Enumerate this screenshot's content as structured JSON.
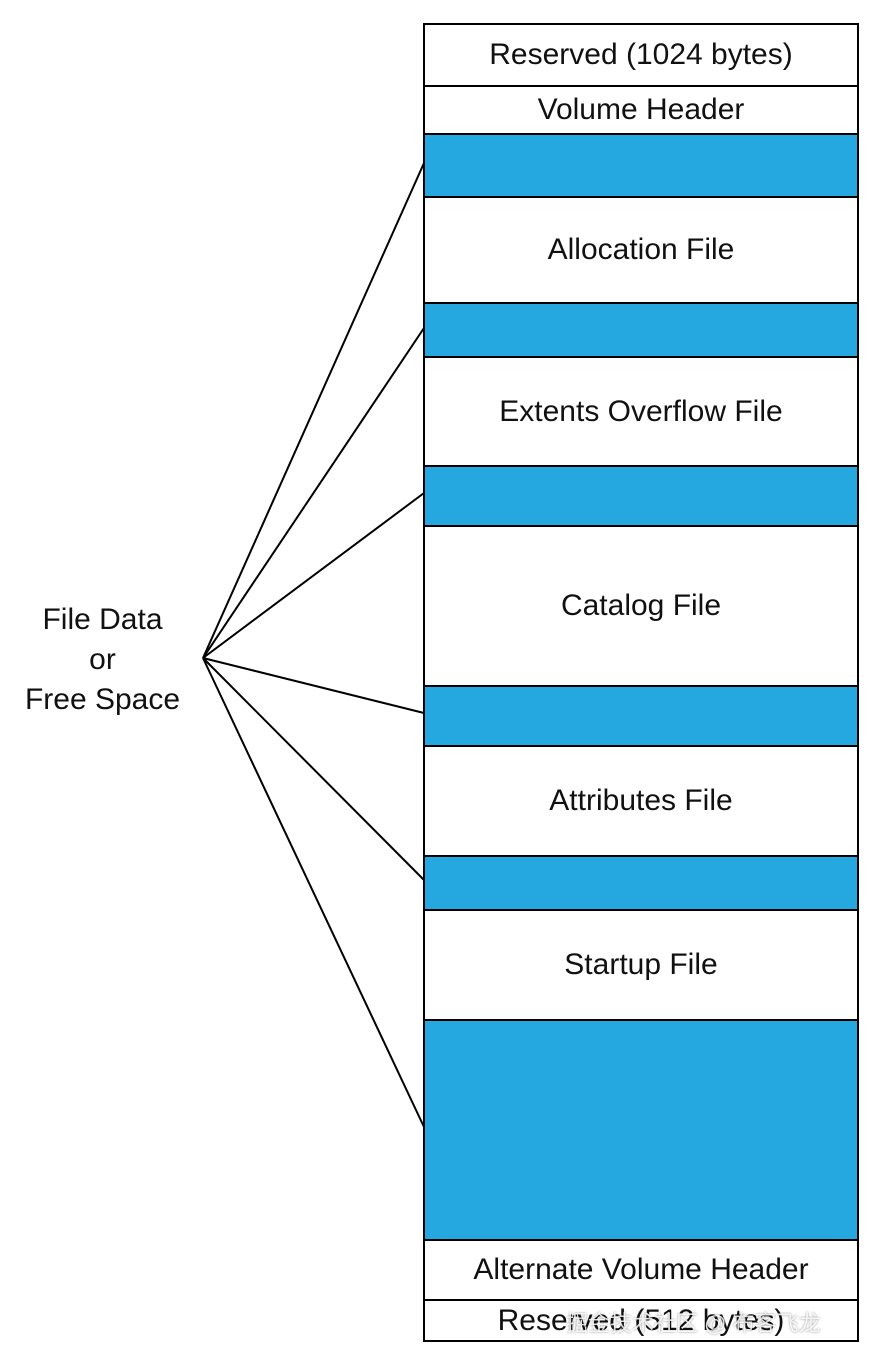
{
  "diagram": {
    "segments": [
      {
        "label": "Reserved (1024 bytes)",
        "kind": "text"
      },
      {
        "label": "Volume Header",
        "kind": "text"
      },
      {
        "label": "",
        "kind": "data"
      },
      {
        "label": "Allocation File",
        "kind": "text"
      },
      {
        "label": "",
        "kind": "data"
      },
      {
        "label": "Extents Overflow File",
        "kind": "text"
      },
      {
        "label": "",
        "kind": "data"
      },
      {
        "label": "Catalog File",
        "kind": "text"
      },
      {
        "label": "",
        "kind": "data"
      },
      {
        "label": "Attributes File",
        "kind": "text"
      },
      {
        "label": "",
        "kind": "data"
      },
      {
        "label": "Startup File",
        "kind": "text"
      },
      {
        "label": "",
        "kind": "data"
      },
      {
        "label": "Alternate Volume Header",
        "kind": "text"
      },
      {
        "label": "Reserved (512 bytes)",
        "kind": "text"
      }
    ],
    "left_label": {
      "line1": "File Data",
      "line2": "or",
      "line3": "Free Space"
    },
    "colors": {
      "data_block": "#25a8e0",
      "text_block": "#ffffff",
      "border": "#000000"
    }
  },
  "watermark": "掘金技术社区 @ 布客飞龙"
}
